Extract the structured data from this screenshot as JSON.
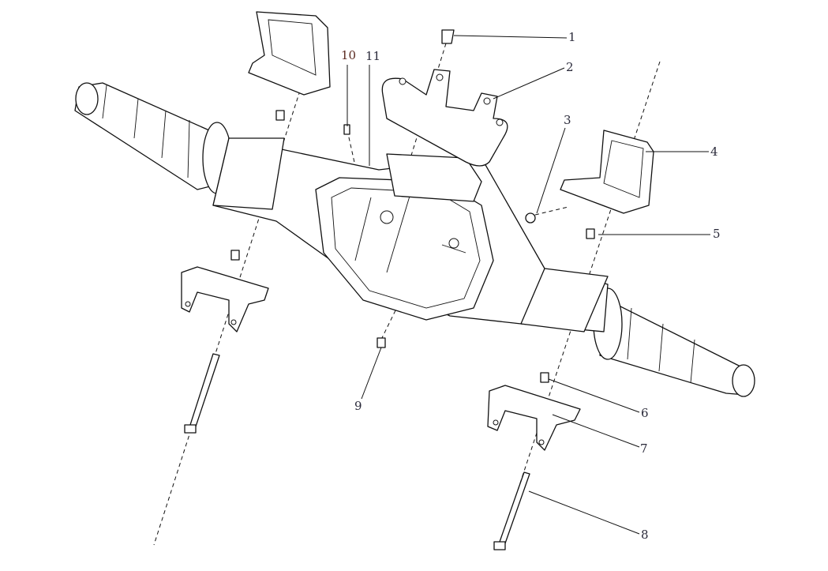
{
  "diagram": {
    "type": "exploded-assembly-drawing",
    "callouts": [
      "1",
      "2",
      "3",
      "4",
      "5",
      "6",
      "7",
      "8",
      "9",
      "10",
      "11"
    ],
    "colors": {
      "line": "#111111",
      "label": "#2a2a3a",
      "background": "#ffffff"
    }
  }
}
